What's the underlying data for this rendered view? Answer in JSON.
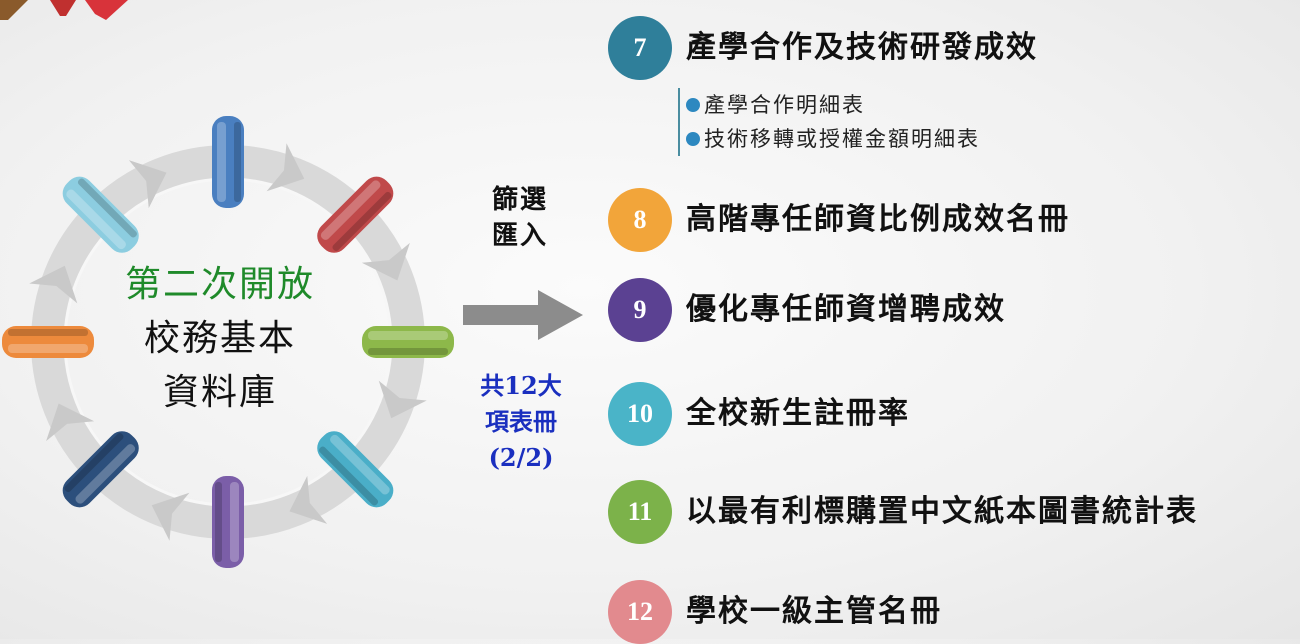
{
  "center": {
    "line1": "第二次開放",
    "line2": "校務基本",
    "line3": "資料庫"
  },
  "side": {
    "line1": "篩選",
    "line2": "匯入",
    "count1": "共12大",
    "count2": "項表冊",
    "count3": "(2/2)"
  },
  "items": [
    {
      "num": "7",
      "title": "產學合作及技術研發成效",
      "color": "#2f7f9a",
      "subs": [
        "產學合作明細表",
        "技術移轉或授權金額明細表"
      ]
    },
    {
      "num": "8",
      "title": "高階專任師資比例成效名冊",
      "color": "#f2a53a"
    },
    {
      "num": "9",
      "title": "優化專任師資增聘成效",
      "color": "#5b4192"
    },
    {
      "num": "10",
      "title": "全校新生註冊率",
      "color": "#4ab4c8"
    },
    {
      "num": "11",
      "title": "以最有利標購置中文紙本圖書統計表",
      "color": "#7cb24a"
    },
    {
      "num": "12",
      "title": "學校一級主管名冊",
      "color": "#e28a8e"
    }
  ],
  "ring_colors": [
    "#4a7fc0",
    "#c0494a",
    "#8db84a",
    "#4aaec8",
    "#7b5ea8",
    "#2c4f7c",
    "#ed8a3c",
    "#8ccde0"
  ]
}
